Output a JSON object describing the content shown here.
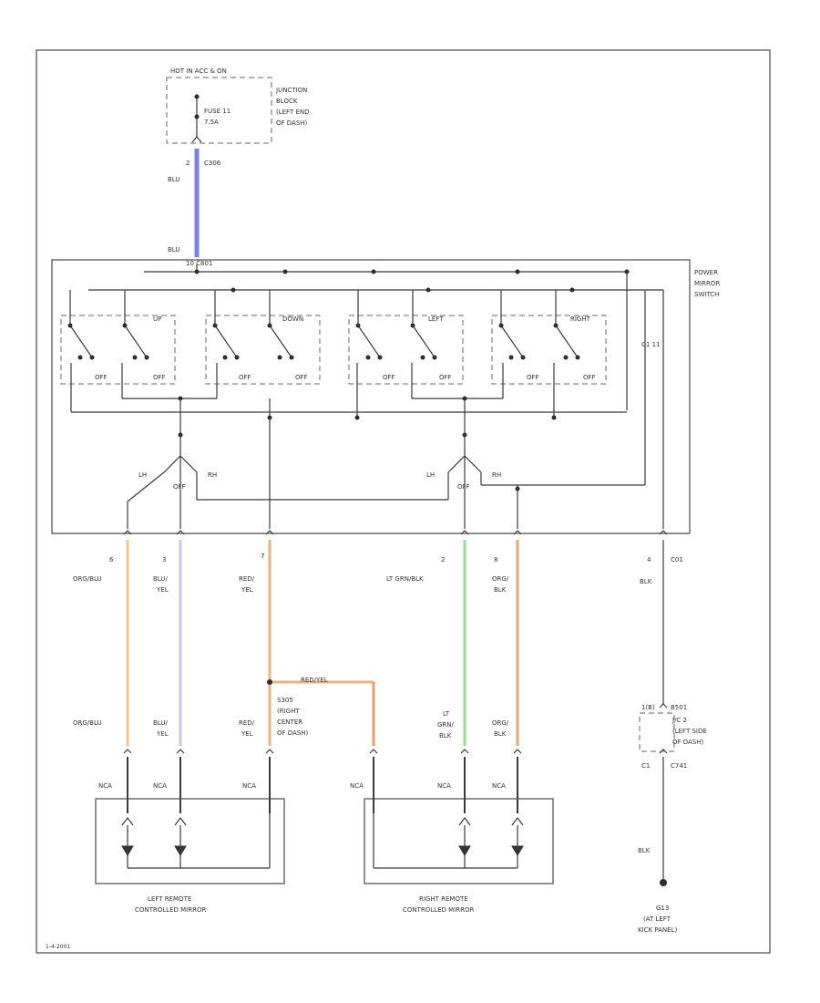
{
  "colors": {
    "blu": "#7f7ff2",
    "org_blu": "#f6c28b",
    "blu_yel": "#c8c8e8",
    "red_yel": "#f2b27f",
    "red_yel_splice": "#f39b6c",
    "lt_grn_blk": "#8fdf8f",
    "org_blk": "#e9a873",
    "line": "#3a3a3a"
  },
  "top": {
    "power_label": "HOT IN ACC & ON",
    "junction_block": [
      "JUNCTION",
      "BLOCK",
      "(LEFT END",
      "OF DASH)"
    ],
    "fuse": [
      "FUSE 11",
      "7.5A"
    ],
    "pin_b1": "2",
    "connector_b1": "C306",
    "wire_b1": "BLU",
    "wire_b2": "BLU",
    "connector_b2": "10 C801"
  },
  "switch": {
    "name": [
      "POWER",
      "MIRROR",
      "SWITCH"
    ],
    "sections": [
      {
        "label": "UP",
        "contacts": [
          "OFF",
          "OFF"
        ]
      },
      {
        "label": "DOWN",
        "contacts": [
          "OFF",
          "OFF"
        ]
      },
      {
        "label": "LEFT",
        "contacts": [
          "OFF",
          "OFF"
        ]
      },
      {
        "label": "RIGHT",
        "contacts": [
          "OFF",
          "OFF"
        ]
      }
    ],
    "selector_left": [
      "LH",
      "OFF",
      "RH"
    ],
    "selector_right": [
      "LH",
      "OFF",
      "RH"
    ],
    "ground_ref": "C1 11"
  },
  "pins": [
    {
      "num": "6",
      "wire": [
        "ORG/BLU"
      ]
    },
    {
      "num": "3",
      "wire": [
        "BLU/",
        "YEL"
      ]
    },
    {
      "num": "7",
      "wire": [
        "RED/",
        "YEL"
      ]
    },
    {
      "num": "2",
      "wire": [
        "LT GRN/BLK"
      ]
    },
    {
      "num": "8",
      "wire": [
        "ORG/",
        "BLK"
      ]
    },
    {
      "num": "4",
      "wire": [
        "BLK"
      ],
      "connector": "C01"
    }
  ],
  "splice": {
    "name": [
      "S305",
      "(RIGHT",
      "CENTER",
      "OF DASH)"
    ],
    "wire": "RED/YEL"
  },
  "lower_wires": [
    [
      "ORG/BLU"
    ],
    [
      "BLU/",
      "YEL"
    ],
    [
      "RED/",
      "YEL"
    ],
    [
      "LT",
      "GRN/",
      "BLK"
    ],
    [
      "ORG/",
      "BLK"
    ]
  ],
  "nca": [
    "NCA",
    "NCA",
    "NCA",
    "NCA",
    "NCA",
    "NCA"
  ],
  "mirrors": {
    "left": [
      "LEFT REMOTE",
      "CONTROLLED MIRROR"
    ],
    "right": [
      "RIGHT REMOTE",
      "CONTROLLED MIRROR"
    ]
  },
  "ground_branch": {
    "connector_top": [
      "1(B)",
      "B501"
    ],
    "block": [
      "J/C 2",
      "(LEFT SIDE",
      "OF DASH)"
    ],
    "connector_bottom": [
      "C1",
      "C741"
    ],
    "wire": "BLK",
    "ground": [
      "G13",
      "(AT LEFT",
      "KICK PANEL)"
    ]
  },
  "footer": "1-4-2001"
}
